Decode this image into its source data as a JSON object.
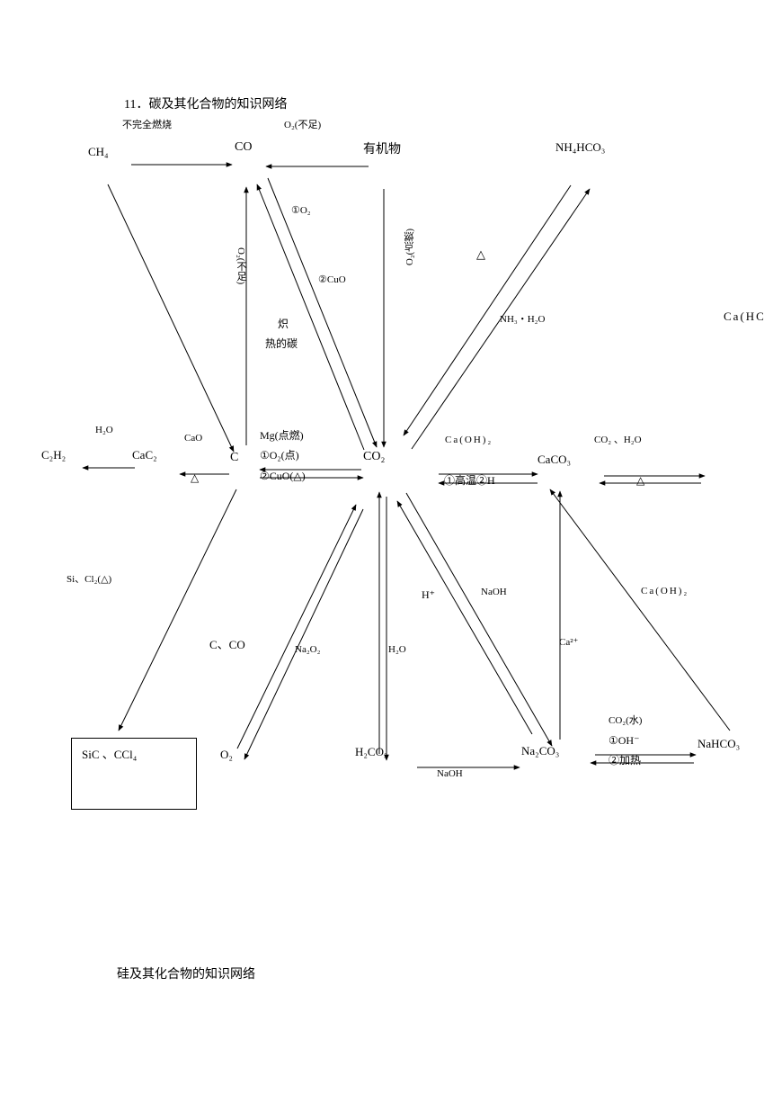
{
  "document": {
    "heading_carbon": "11．碳及其化合物的知识网络",
    "heading_silicon": "硅及其化合物的知识网络"
  },
  "nodes": {
    "ch4": "CH₄",
    "co": "CO",
    "organic": "有机物",
    "nh4hco3": "NH₄HCO₃",
    "cahco3_partial": "Ca(HC",
    "c2h2": "C₂H₂",
    "cac2": "CaC₂",
    "c": "C",
    "co2": "CO₂",
    "caco3": "CaCO₃",
    "sic_ccl4": "SiC 、CCl₄",
    "o2": "O₂",
    "h2co3": "H₂CO₃",
    "na2co3": "Na₂CO₃",
    "nahco3": "NaHCO₃"
  },
  "labels": {
    "incomplete_combustion": "不完全燃烧",
    "o2_insufficient": "O₂(不足)",
    "o2_circle1": "①O₂",
    "cuo_circle2": "②CuO",
    "o2_insufficient_vertical": "O₂(不足)",
    "o2_ignite_vertical": "O₂(点燃)",
    "hot_carbon_1": "炽",
    "hot_carbon_2": "热的碳",
    "delta_top": "△",
    "nh3_h2o": "NH₃・H₂O",
    "h2o_left": "H₂O",
    "cao": "CaO",
    "mg_ignite": "Mg(点燃)",
    "o2_ignite_circle": "①O₂(点)",
    "cuo_delta_circle": "②CuO(△)",
    "delta_c_cac2": "△",
    "caoh2": "Ca(OH)₂",
    "high_temp": "①高温②H",
    "co2_h2o": "CO₂ 、H₂O",
    "delta_right": "△",
    "si_cl2": "Si、Cl₂(△)",
    "c_co": "C、CO",
    "na2o2": "Na₂O₂",
    "h2o_mid": "H₂O",
    "h_plus": "H⁺",
    "naoh_mid": "NaOH",
    "ca2_plus": "Ca²⁺",
    "caoh2_right": "Ca(OH)₂",
    "co2_water": "CO₂(水)",
    "oh_minus": "①OH⁻",
    "heating": "②加热",
    "naoh_bottom": "NaOH"
  }
}
